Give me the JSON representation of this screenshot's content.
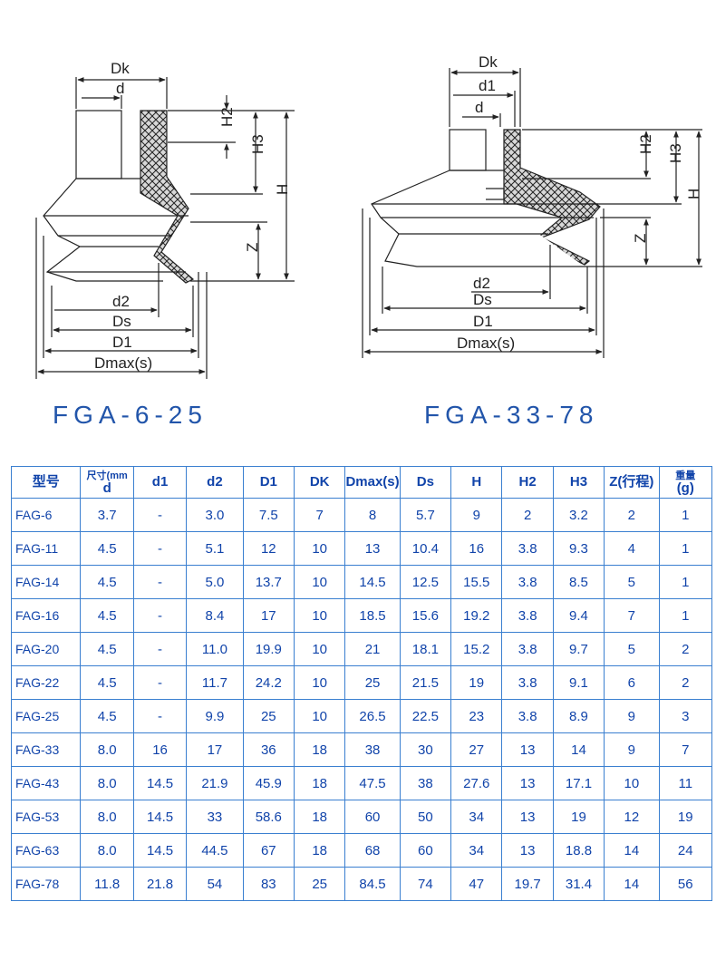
{
  "drawing_left": {
    "labels": {
      "dk": "Dk",
      "d": "d",
      "h2": "H2",
      "h3": "H3",
      "h": "H",
      "z": "Z",
      "d2": "d2",
      "ds": "Ds",
      "d1": "D1",
      "dmax": "Dmax(s)"
    },
    "title": "FGA-6-25"
  },
  "drawing_right": {
    "labels": {
      "dk": "Dk",
      "d1_top": "d1",
      "d": "d",
      "h2": "H2",
      "h3": "H3",
      "h": "H",
      "z": "Z",
      "d2": "d2",
      "ds": "Ds",
      "d1": "D1",
      "dmax": "Dmax(s)"
    },
    "title": "FGA-33-78"
  },
  "table": {
    "headers": [
      {
        "line1": "型号",
        "line2": ""
      },
      {
        "line1": "尺寸(mm",
        "line2": "d"
      },
      {
        "line1": "d1",
        "line2": ""
      },
      {
        "line1": "d2",
        "line2": ""
      },
      {
        "line1": "D1",
        "line2": ""
      },
      {
        "line1": "DK",
        "line2": ""
      },
      {
        "line1": "Dmax(s)",
        "line2": ""
      },
      {
        "line1": "Ds",
        "line2": ""
      },
      {
        "line1": "H",
        "line2": ""
      },
      {
        "line1": "H2",
        "line2": ""
      },
      {
        "line1": "H3",
        "line2": ""
      },
      {
        "line1": "Z(行程)",
        "line2": ""
      },
      {
        "line1": "重量",
        "line2": "(g)"
      }
    ],
    "rows": [
      [
        "FAG-6",
        "3.7",
        "-",
        "3.0",
        "7.5",
        "7",
        "8",
        "5.7",
        "9",
        "2",
        "3.2",
        "2",
        "1"
      ],
      [
        "FAG-11",
        "4.5",
        "-",
        "5.1",
        "12",
        "10",
        "13",
        "10.4",
        "16",
        "3.8",
        "9.3",
        "4",
        "1"
      ],
      [
        "FAG-14",
        "4.5",
        "-",
        "5.0",
        "13.7",
        "10",
        "14.5",
        "12.5",
        "15.5",
        "3.8",
        "8.5",
        "5",
        "1"
      ],
      [
        "FAG-16",
        "4.5",
        "-",
        "8.4",
        "17",
        "10",
        "18.5",
        "15.6",
        "19.2",
        "3.8",
        "9.4",
        "7",
        "1"
      ],
      [
        "FAG-20",
        "4.5",
        "-",
        "11.0",
        "19.9",
        "10",
        "21",
        "18.1",
        "15.2",
        "3.8",
        "9.7",
        "5",
        "2"
      ],
      [
        "FAG-22",
        "4.5",
        "-",
        "11.7",
        "24.2",
        "10",
        "25",
        "21.5",
        "19",
        "3.8",
        "9.1",
        "6",
        "2"
      ],
      [
        "FAG-25",
        "4.5",
        "-",
        "9.9",
        "25",
        "10",
        "26.5",
        "22.5",
        "23",
        "3.8",
        "8.9",
        "9",
        "3"
      ],
      [
        "FAG-33",
        "8.0",
        "16",
        "17",
        "36",
        "18",
        "38",
        "30",
        "27",
        "13",
        "14",
        "9",
        "7"
      ],
      [
        "FAG-43",
        "8.0",
        "14.5",
        "21.9",
        "45.9",
        "18",
        "47.5",
        "38",
        "27.6",
        "13",
        "17.1",
        "10",
        "11"
      ],
      [
        "FAG-53",
        "8.0",
        "14.5",
        "33",
        "58.6",
        "18",
        "60",
        "50",
        "34",
        "13",
        "19",
        "12",
        "19"
      ],
      [
        "FAG-63",
        "8.0",
        "14.5",
        "44.5",
        "67",
        "18",
        "68",
        "60",
        "34",
        "13",
        "18.8",
        "14",
        "24"
      ],
      [
        "FAG-78",
        "11.8",
        "21.8",
        "54",
        "83",
        "25",
        "84.5",
        "74",
        "47",
        "19.7",
        "31.4",
        "14",
        "56"
      ]
    ]
  },
  "colors": {
    "accent": "#2255aa",
    "border": "#3a7fd0",
    "text": "#1144aa"
  }
}
